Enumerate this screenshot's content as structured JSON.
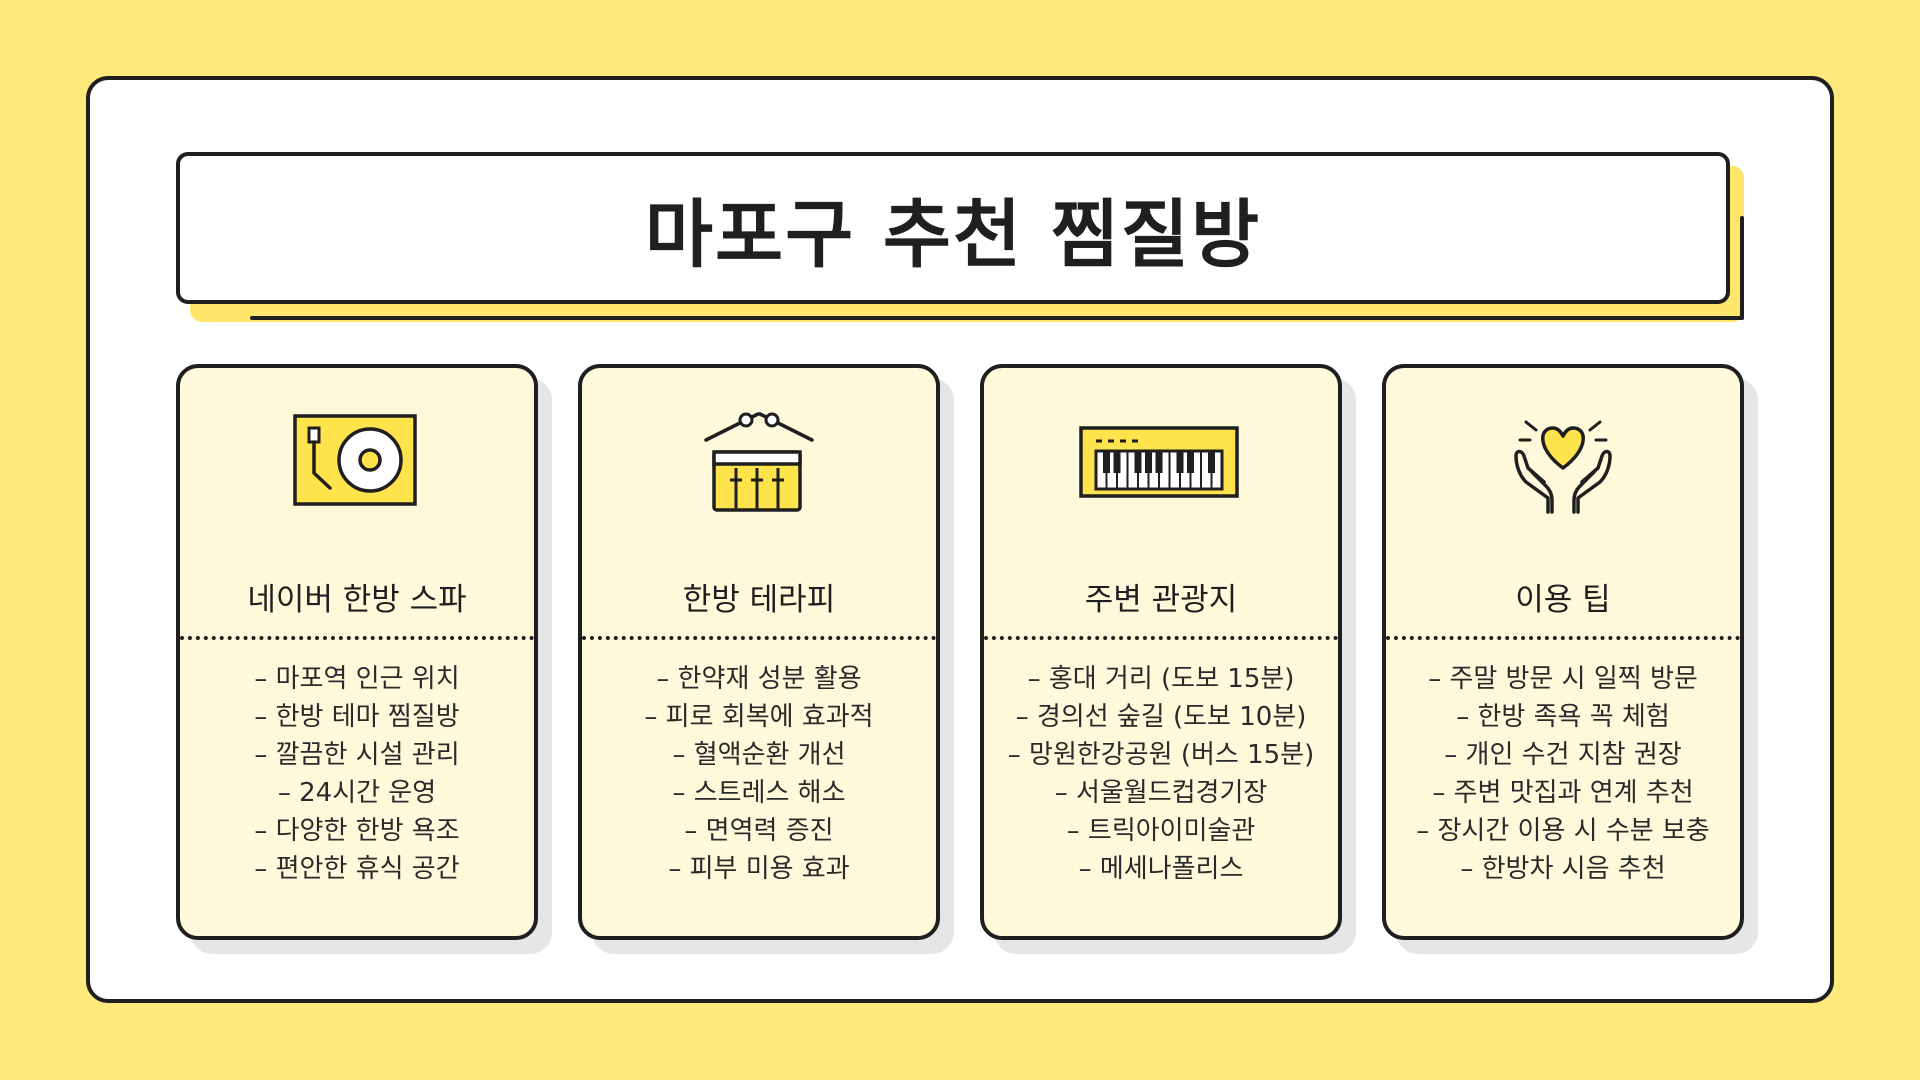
{
  "title": "마포구 추천 찜질방",
  "colors": {
    "background": "#FFE97D",
    "card": "#FFF9DC",
    "accent": "#FFE34D",
    "outline": "#1F1F1F"
  },
  "cards": [
    {
      "icon": "turntable-icon",
      "title": "네이버 한방 스파",
      "items": [
        "– 마포역 인근 위치",
        "– 한방 테마 찜질방",
        "– 깔끔한 시설 관리",
        "– 24시간 운영",
        "– 다양한 한방 욕조",
        "– 편안한 휴식 공간"
      ]
    },
    {
      "icon": "drum-icon",
      "title": "한방 테라피",
      "items": [
        "– 한약재 성분 활용",
        "– 피로 회복에 효과적",
        "– 혈액순환 개선",
        "– 스트레스 해소",
        "– 면역력 증진",
        "– 피부 미용 효과"
      ]
    },
    {
      "icon": "keyboard-icon",
      "title": "주변 관광지",
      "items": [
        "– 홍대 거리 (도보 15분)",
        "– 경의선 숲길 (도보 10분)",
        "– 망원한강공원 (버스 15분)",
        "– 서울월드컵경기장",
        "– 트릭아이미술관",
        "– 메세나폴리스"
      ]
    },
    {
      "icon": "heart-hands-icon",
      "title": "이용 팁",
      "items": [
        "– 주말 방문 시 일찍 방문",
        "– 한방 족욕 꼭 체험",
        "– 개인 수건 지참 권장",
        "– 주변 맛집과 연계 추천",
        "– 장시간 이용 시 수분 보충",
        "– 한방차 시음 추천"
      ]
    }
  ]
}
